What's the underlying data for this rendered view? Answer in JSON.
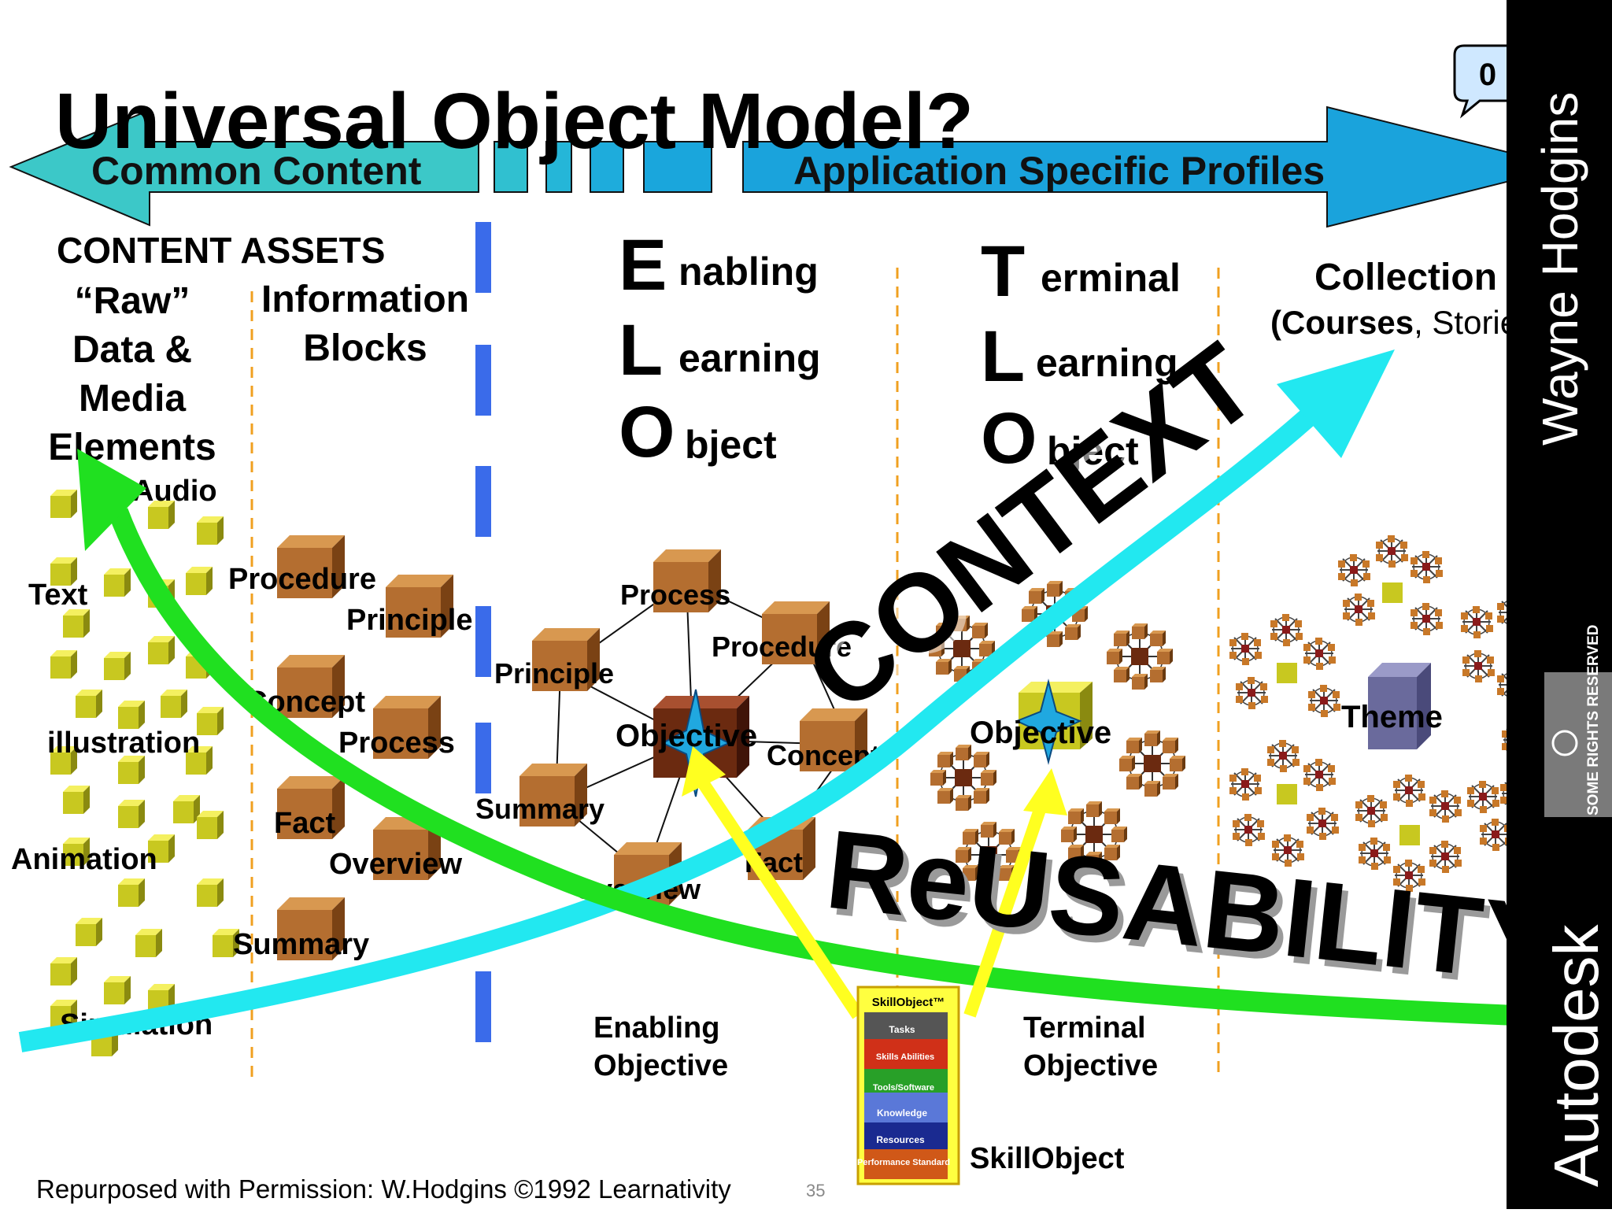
{
  "slide": {
    "title": "Universal Object Model?",
    "comment_count": "0",
    "page_number": "35",
    "footer": "Repurposed with Permission: W.Hodgins ©1992 Learnativity"
  },
  "arrow_banner": {
    "left_label": "Common Content",
    "right_label": "Application Specific Profiles"
  },
  "sidebar": {
    "author": "Wayne Hodgins",
    "license": "SOME RIGHTS RESERVED",
    "company": "Autodesk"
  },
  "content_assets": {
    "heading": "CONTENT ASSETS",
    "raw_heading": [
      "“Raw”",
      "Data &",
      "Media",
      "Elements"
    ],
    "info_heading": [
      "Information",
      "Blocks"
    ],
    "media_labels": [
      "Audio",
      "Text",
      "illustration",
      "Animation",
      "Simulation"
    ],
    "info_labels": [
      "Procedure",
      "Principle",
      "Concept",
      "Process",
      "Fact",
      "Overview",
      "Summary"
    ]
  },
  "elo": {
    "letters": [
      "E",
      "L",
      "O"
    ],
    "words": [
      "nabling",
      "earning",
      "bject"
    ],
    "node_labels": [
      "Process",
      "Principle",
      "Procedure",
      "Objective",
      "Concept",
      "Summary",
      "Overview",
      "Fact"
    ],
    "caption": [
      "Enabling",
      "Objective"
    ]
  },
  "tlo": {
    "letters": [
      "T",
      "L",
      "O"
    ],
    "words": [
      "erminal",
      "earning",
      "bject"
    ],
    "center_label": "Objective",
    "caption": [
      "Terminal",
      "Objective"
    ]
  },
  "collection": {
    "heading": "Collection",
    "subheading_bold": "(Courses",
    "subheading_rest": ", Stories…)",
    "center_label": "Theme"
  },
  "overlays": {
    "context": "CONTEXT",
    "reusability": "ReUSABILITY"
  },
  "skillobject": {
    "box_title": "SkillObject™",
    "rows": [
      "Tasks",
      "Skills   Abilities",
      "Tools/Software",
      "Knowledge",
      "Resources",
      "Performance Standard"
    ],
    "label": "SkillObject"
  },
  "colors": {
    "arrow_left": "#3cc8c8",
    "arrow_right": "#1aa3dc",
    "divider_blue": "#3a6bea",
    "divider_orange": "#f0a020",
    "context_curve": "#22e8f0",
    "reusability_curve": "#20e020",
    "pointer_yellow": "#ffff20",
    "media_cube": "#c8c820",
    "info_cube": "#c87828",
    "objective_cube": "#6b2a10",
    "objective_star": "#20a8e0",
    "sidebar": "#000000"
  }
}
